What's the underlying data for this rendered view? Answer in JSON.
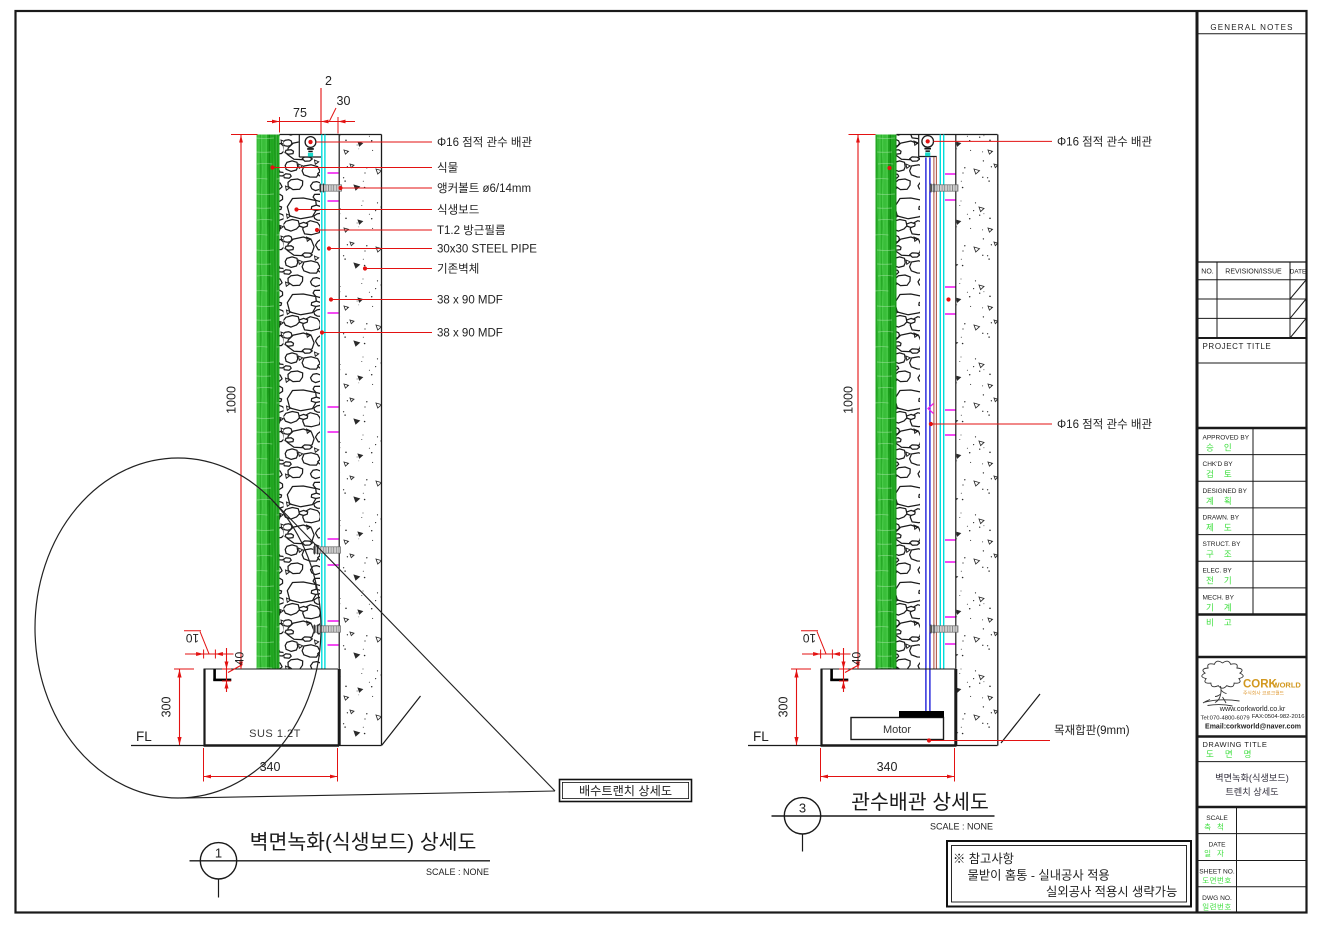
{
  "title_block": {
    "general_notes_label": "GENERAL  NOTES",
    "revision_table": {
      "col_no": "NO.",
      "col_revision": "REVISION/ISSUE",
      "col_date": "DATE"
    },
    "project_title_label": "PROJECT  TITLE",
    "signature_rows": [
      {
        "label": "APPROVED BY",
        "kr": "승인"
      },
      {
        "label": "CHK'D BY",
        "kr": "검토"
      },
      {
        "label": "DESIGNED BY",
        "kr": "계획"
      },
      {
        "label": "DRAWN. BY",
        "kr": "제도"
      },
      {
        "label": "STRUCT. BY",
        "kr": "구조"
      },
      {
        "label": "ELEC. BY",
        "kr": "전기"
      },
      {
        "label": "MECH. BY",
        "kr": "기계"
      }
    ],
    "remark_kr": "비고",
    "company": {
      "brand_main": "CORK",
      "brand_sub": "WORLD",
      "brand_kr": "주식회사 코르크월드",
      "website": "www.corkworld.co.kr",
      "tel": "Tel:070-4800-6079",
      "fax": "FAX:0504-982-2016",
      "email": "Email:corkworld@naver.com"
    },
    "drawing_title_label": "DRAWING TITLE",
    "drawing_title_kr_label": "도면명",
    "drawing_title_line1": "벽면녹화(식생보드)",
    "drawing_title_line2": "트렌치 상세도",
    "scale_label": "SCALE",
    "scale_kr": "축척",
    "date_label": "DATE",
    "date_kr": "일자",
    "sheet_no_label": "SHEET NO.",
    "sheet_no_kr": "도면번호",
    "dwg_no_label": "DWG NO.",
    "dwg_no_kr": "일련번호"
  },
  "detail1": {
    "callout_labels": [
      "Φ16 점적 관수 배관",
      "식물",
      "앵커볼트 ø6/14mm",
      "식생보드",
      "T1.2 방근필름",
      "30x30 STEEL PIPE",
      "기존벽체",
      "38 x 90 MDF",
      "38 x 90 MDF"
    ],
    "dim_width_board": "75",
    "dim_film": "2",
    "dim_gap": "30",
    "dim_height": "1000",
    "dim_trench_depth": "300",
    "dim_trench_width": "340",
    "dim_lip": "10",
    "dim_step": "40",
    "floor_level": "FL",
    "tray_label": "SUS 1.2T",
    "callout_box": "배수트랜치 상세도",
    "bubble_no": "1",
    "title": "벽면녹화(식생보드) 상세도",
    "scale_note": "SCALE : NONE"
  },
  "detail3": {
    "label_pipe_top": "Φ16 점적 관수 배관",
    "label_pipe_mid": "Φ16 점적 관수 배관",
    "label_plywood": "목재합판(9mm)",
    "dim_height": "1000",
    "dim_trench_depth": "300",
    "dim_trench_width": "340",
    "dim_lip": "10",
    "dim_step": "40",
    "floor_level": "FL",
    "motor_label": "Motor",
    "bubble_no": "3",
    "title": "관수배관 상세도",
    "scale_note": "SCALE : NONE"
  },
  "note_box": {
    "line1": "※ 참고사항",
    "line2": "물받이 홈통 - 실내공사 적용",
    "line3": "실외공사 적용시 생략가능"
  },
  "colors": {
    "dimension_red": "#e31212",
    "vegetation_green": "#2db92d",
    "film_cyan": "#00dcdc",
    "tie_magenta": "#f01ef0",
    "pipe_blue": "#2020d8",
    "titleblock_green": "#3fdf3f",
    "brand_gold": "#d2981f"
  }
}
